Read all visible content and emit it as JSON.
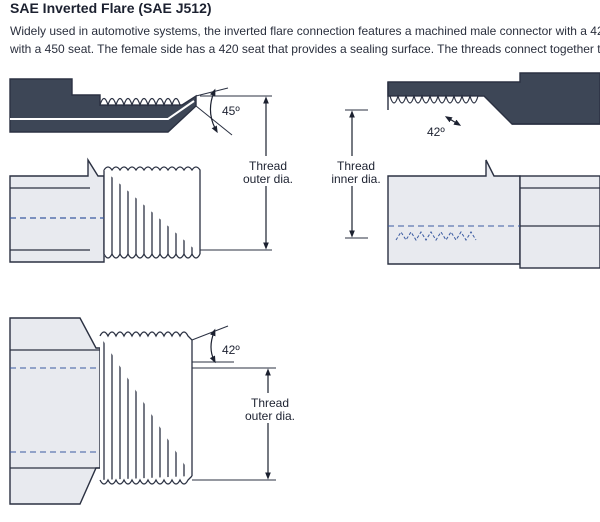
{
  "header": {
    "title": "SAE Inverted Flare (SAE J512)",
    "description_line1": "Widely used in automotive systems, the inverted flare connection features a machined male connector with a 42",
    "description_line2": "with a 450 seat. The female side has a 420 seat that provides a sealing surface. The threads connect together to m"
  },
  "diagram": {
    "male_flare_angle": "45º",
    "male_thread_label_1": "Thread",
    "male_thread_label_2": "outer dia.",
    "female_seat_angle": "42º",
    "female_thread_label_1": "Thread",
    "female_thread_label_2": "inner dia.",
    "bottom_angle": "42º",
    "bottom_thread_label_1": "Thread",
    "bottom_thread_label_2": "outer dia."
  },
  "colors": {
    "dark_metal": "#3d4656",
    "light_metal": "#e8eaef",
    "outline": "#2b3142"
  }
}
